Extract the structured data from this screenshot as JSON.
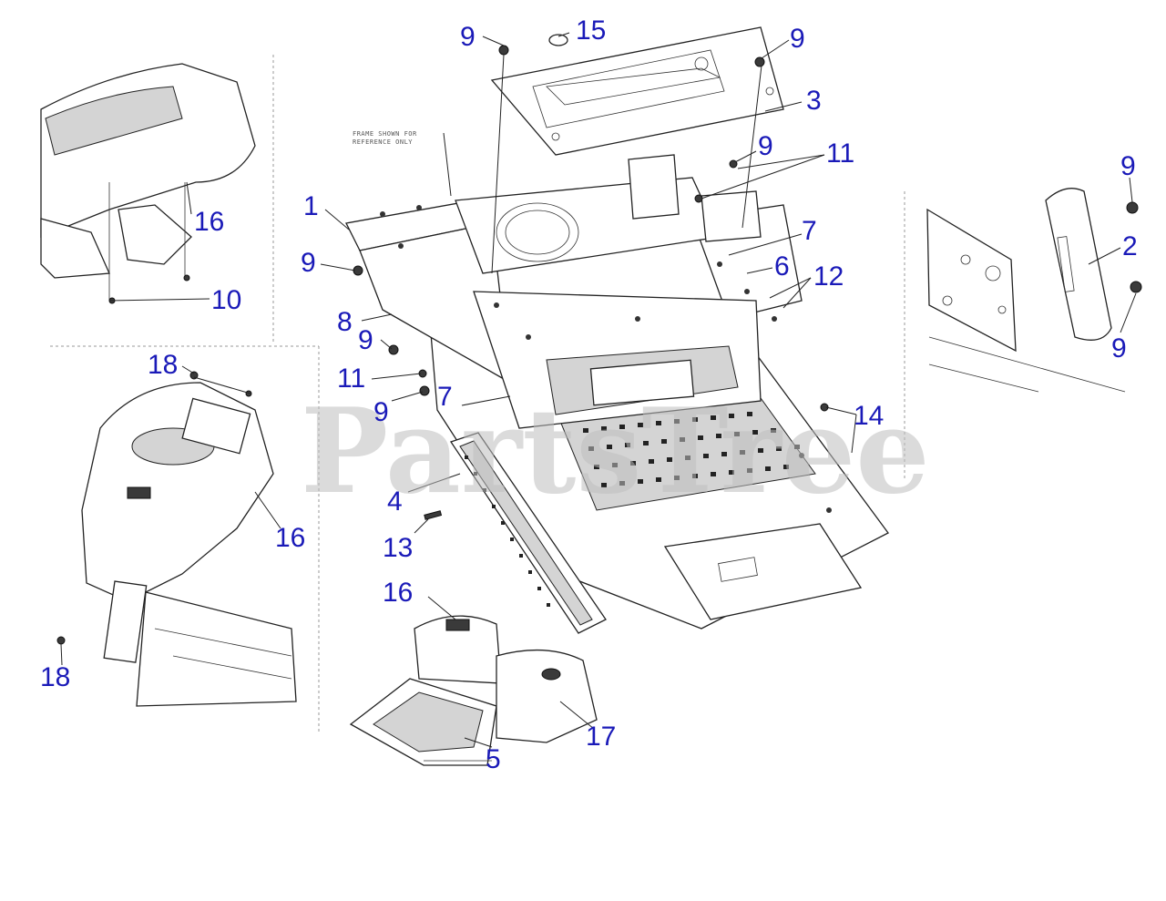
{
  "watermark": "PartsTree",
  "frame_note": {
    "line1": "FRAME SHOWN FOR",
    "line2": "REFERENCE ONLY"
  },
  "callouts": {
    "c9_top_left": "9",
    "c15": "15",
    "c9_top_right": "9",
    "c3": "3",
    "c9_mid": "9",
    "c11_upper": "11",
    "c1": "1",
    "c7_right": "7",
    "c9_left_a": "9",
    "c6": "6",
    "c12": "12",
    "c8": "8",
    "c9_left_b": "9",
    "c11_left": "11",
    "c9_left_c": "9",
    "c7_lower": "7",
    "c14": "14",
    "c4": "4",
    "c13": "13",
    "c16_top_left": "16",
    "c10": "10",
    "c18_top": "18",
    "c16_mid_left": "16",
    "c18_bottom": "18",
    "c16_bottom": "16",
    "c17": "17",
    "c5": "5",
    "c9_right_top": "9",
    "c2": "2",
    "c9_right_bottom": "9"
  }
}
